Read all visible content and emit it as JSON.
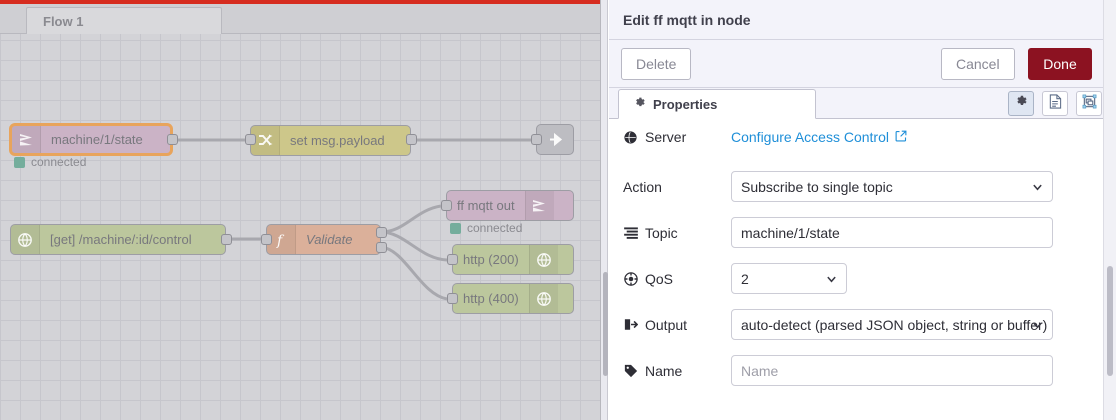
{
  "workspace": {
    "tab_label": "Flow 1",
    "accent_red": "#d62c1f",
    "nodes": [
      {
        "id": "mqtt-in",
        "label": "machine/1/state",
        "icon": "mqtt-icon",
        "status": "connected"
      },
      {
        "id": "change",
        "label": "set msg.payload",
        "icon": "change-icon",
        "status": ""
      },
      {
        "id": "debug",
        "label": "",
        "icon": "debug-icon",
        "status": ""
      },
      {
        "id": "http-in",
        "label": "[get] /machine/:id/control",
        "icon": "globe-icon",
        "status": ""
      },
      {
        "id": "function",
        "label": "Validate",
        "icon": "function-icon",
        "status": ""
      },
      {
        "id": "mqtt-out",
        "label": "ff mqtt out",
        "icon": "mqtt-icon",
        "status": "connected"
      },
      {
        "id": "http-res-200",
        "label": "http (200)",
        "icon": "globe-icon",
        "status": ""
      },
      {
        "id": "http-res-400",
        "label": "http (400)",
        "icon": "globe-icon",
        "status": ""
      }
    ]
  },
  "panel": {
    "title": "Edit ff mqtt in node",
    "buttons": {
      "delete": "Delete",
      "cancel": "Cancel",
      "done": "Done",
      "done_color": "#8c1221"
    },
    "tabs": [
      {
        "label": "Properties",
        "icon": "gear-icon",
        "active": true
      }
    ],
    "icon_buttons": [
      {
        "name": "gear-icon",
        "active": true
      },
      {
        "name": "description-icon",
        "active": false
      },
      {
        "name": "appearance-icon",
        "active": false
      }
    ],
    "form": {
      "server": {
        "label": "Server",
        "icon": "globe-icon",
        "link_text": "Configure Access Control",
        "link_icon": "external-link-icon",
        "link_color": "#1f8fd8"
      },
      "action": {
        "label": "Action",
        "value": "Subscribe to single topic"
      },
      "topic": {
        "label": "Topic",
        "icon": "list-icon",
        "value": "machine/1/state"
      },
      "qos": {
        "label": "QoS",
        "icon": "crosshair-icon",
        "value": "2"
      },
      "output": {
        "label": "Output",
        "icon": "sign-out-icon",
        "value": "auto-detect (parsed JSON object, string or buffer)"
      },
      "name": {
        "label": "Name",
        "icon": "tag-icon",
        "value": "",
        "placeholder": "Name"
      }
    }
  }
}
